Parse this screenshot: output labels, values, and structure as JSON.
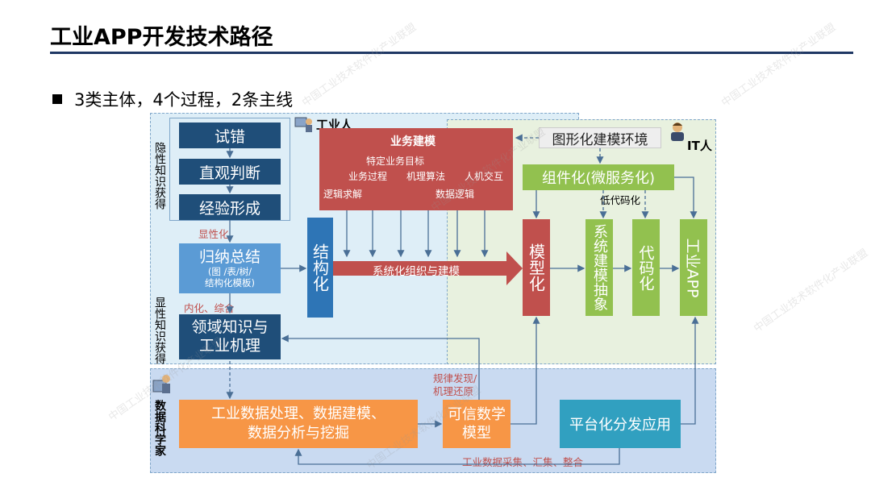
{
  "title": "工业APP开发技术路径",
  "bullet": "3类主体，4个过程，2条主线",
  "colors": {
    "rule": "#1f3864",
    "navy": "#1f4e79",
    "red": "#c0504d",
    "green": "#92c14f",
    "orange": "#f79646",
    "teal": "#31a0c0"
  },
  "roles": {
    "industrial": "工业人",
    "it": "IT人",
    "data_scientist": "数据科学家"
  },
  "side": {
    "implicit": "隐性知识获得",
    "explicit": "显性知识获得"
  },
  "left": {
    "trial": "试错",
    "intuition": "直观判断",
    "experience": "经验形成",
    "explicitize": "显性化",
    "induce_title": "归纳总结",
    "induce_sub": "(图 /表/树/\n结构化模板)",
    "internalize": "内化、综合",
    "domain": "领域知识与\n工业机理"
  },
  "structure": "结构化",
  "arrow_label": "系统化组织与建模",
  "biz": {
    "title": "业务建模",
    "target": "特定业务目标",
    "process": "业务过程",
    "algo": "机理算法",
    "hci": "人机交互",
    "logic_solve": "逻辑求解",
    "data_logic": "数据逻辑"
  },
  "graphic_env": "图形化建模环境",
  "component": "组件化(微服务化)",
  "lowcode": "低代码化",
  "modeling": "模型化",
  "abstraction": "系统建模抽象",
  "coding": "代码化",
  "app": "工业APP",
  "data": {
    "processing": "工业数据处理、数据建模、\n数据分析与挖掘",
    "trusted": "可信数学\n模型",
    "discover": "规律发现/\n机理还原",
    "platform": "平台化分发应用",
    "collect": "工业数据采集、汇集、整合"
  },
  "watermark": "中国工业技术软件化产业联盟"
}
